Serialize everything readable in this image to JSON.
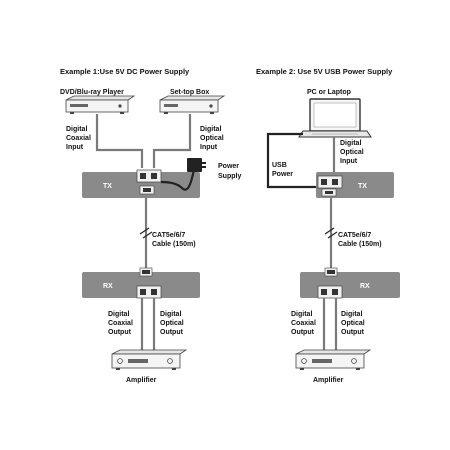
{
  "example1": {
    "title": "Example 1:Use 5V DC Power Supply",
    "source1": "DVD/Blu-ray Player",
    "source2": "Set-top Box",
    "coaxial_input": [
      "Digital",
      "Coaxial",
      "Input"
    ],
    "optical_input": [
      "Digital",
      "Optical",
      "Input"
    ],
    "power_supply": [
      "Power",
      "Supply"
    ],
    "tx": "TX",
    "rx": "RX",
    "cable": [
      "CAT5e/6/7",
      "Cable (150m)"
    ],
    "coaxial_output": [
      "Digital",
      "Coaxial",
      "Output"
    ],
    "optical_output": [
      "Digital",
      "Optical",
      "Output"
    ],
    "amplifier": "Amplifier"
  },
  "example2": {
    "title": "Example 2: Use 5V USB Power Supply",
    "source": "PC or Laptop",
    "optical_input": [
      "Digital",
      "Optical",
      "Input"
    ],
    "usb_power": [
      "USB",
      "Power"
    ],
    "tx": "TX",
    "rx": "RX",
    "cable": [
      "CAT5e/6/7",
      "Cable (150m)"
    ],
    "coaxial_output": [
      "Digital",
      "Coaxial",
      "Output"
    ],
    "optical_output": [
      "Digital",
      "Optical",
      "Output"
    ],
    "amplifier": "Amplifier"
  },
  "colors": {
    "unit": "#8a8a8a",
    "device": "#f2f2f2",
    "line": "#7a7a7a",
    "cable": "#222222"
  }
}
